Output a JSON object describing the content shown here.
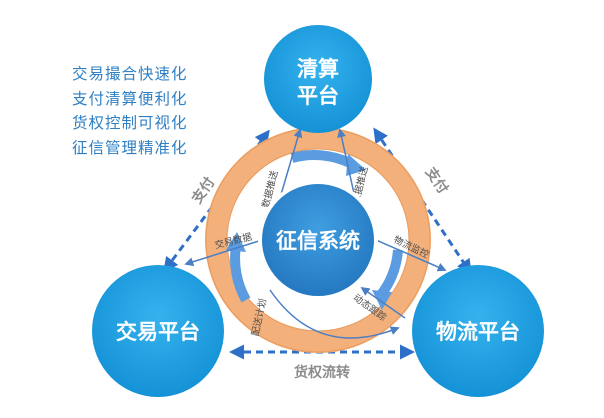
{
  "benefits": [
    "交易撮合快速化",
    "支付清算便利化",
    "货权控制可视化",
    "征信管理精准化"
  ],
  "nodes": {
    "clearing": {
      "line1": "清算",
      "line2": "平台"
    },
    "credit": {
      "label": "征信系统"
    },
    "trading": {
      "label": "交易平台"
    },
    "logistics": {
      "label": "物流平台"
    }
  },
  "edges": {
    "left_payment": "支付",
    "right_payment": "支付",
    "bottom_flow": "货权流转"
  },
  "ring_labels": {
    "top_left": "数据推送",
    "top_right": "数据推送",
    "left": "交易数据",
    "right": "物流监控",
    "bottom_left": "配送计划",
    "bottom_right": "动态跟踪"
  },
  "colors": {
    "node_blue": "#1a9fe0",
    "center_blue": "#2f8bd0",
    "ring_orange": "#f3b07a",
    "arrow_blue": "#2e6fc7",
    "text_blue": "#2f7fc4"
  }
}
